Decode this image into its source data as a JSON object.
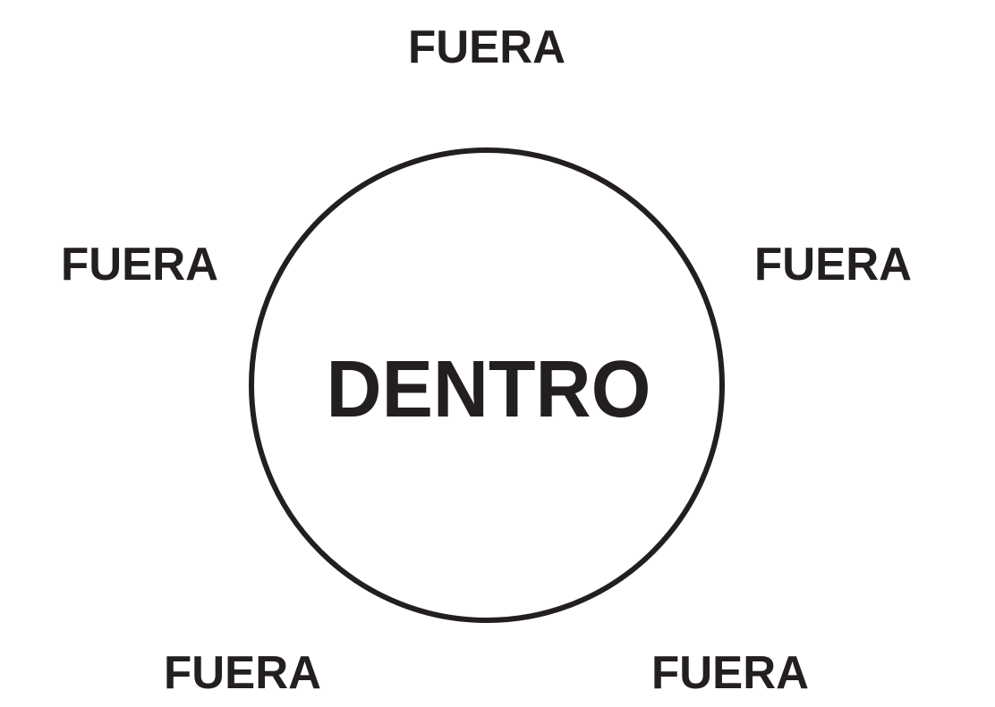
{
  "diagram": {
    "center_label": "DENTRO",
    "outside_labels": [
      "FUERA",
      "FUERA",
      "FUERA",
      "FUERA",
      "FUERA"
    ],
    "ink_color": "#231f20"
  }
}
